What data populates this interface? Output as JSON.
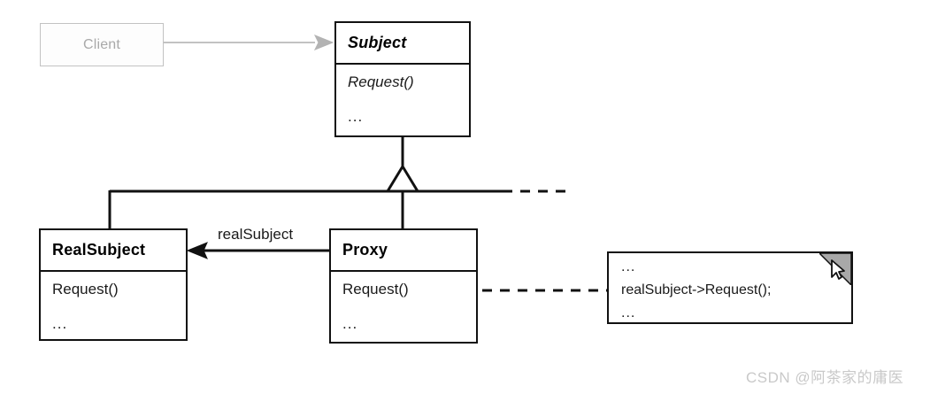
{
  "diagram": {
    "title": "Proxy design pattern UML class diagram",
    "colors": {
      "line": "#111111",
      "greyed_line": "#c2c2c2",
      "greyed_text": "#a9a9a9",
      "note_fold": "#a8a8a8",
      "watermark": "#c9c9c9",
      "background": "#ffffff"
    }
  },
  "client": {
    "name": "Client"
  },
  "subject": {
    "name": "Subject",
    "members": [
      "Request()",
      "..."
    ]
  },
  "realsubject": {
    "name": "RealSubject",
    "members": [
      "Request()",
      "..."
    ]
  },
  "proxy": {
    "name": "Proxy",
    "members": [
      "Request()",
      "..."
    ]
  },
  "association": {
    "label": "realSubject"
  },
  "note": {
    "lines": [
      "...",
      "realSubject->Request();",
      "..."
    ]
  },
  "watermark": {
    "text": "CSDN @阿茶家的庸医"
  }
}
